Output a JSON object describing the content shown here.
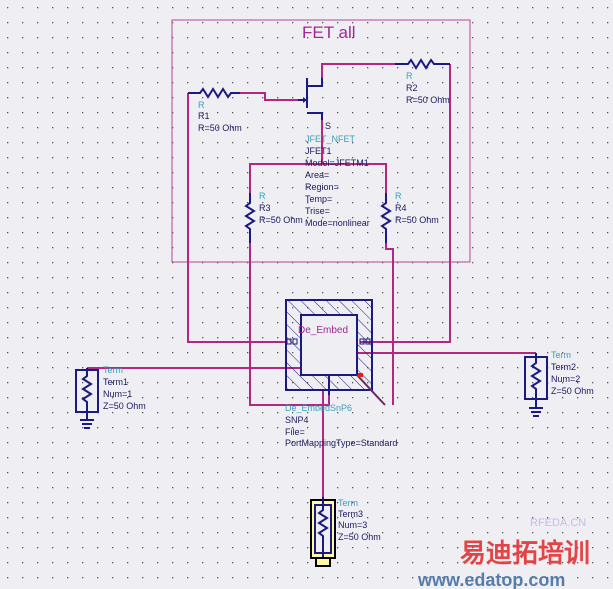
{
  "frame": {
    "title": "FET all"
  },
  "r1": {
    "type": "R",
    "name": "R1",
    "value": "R=50 Ohm"
  },
  "r2": {
    "type": "R",
    "name": "R2",
    "value": "R=50 Ohm"
  },
  "r3": {
    "type": "R",
    "name": "R3",
    "value": "R=50 Ohm"
  },
  "r4": {
    "type": "R",
    "name": "R4",
    "value": "R=50 Ohm"
  },
  "jfet": {
    "pin": "S",
    "type": "JFET_NFET",
    "name": "JFET1",
    "params": [
      "Model=JFETM1",
      "Area=",
      "Region=",
      "Temp=",
      "Trise=",
      "Mode=nonlinear"
    ]
  },
  "deembed": {
    "label": "De_Embed",
    "type": "De_EmbedSnP6",
    "name": "SNP4",
    "params": [
      "File=",
      "PortMappingType=Standard"
    ]
  },
  "term1": {
    "type": "Term",
    "name": "Term1",
    "num": "Num=1",
    "z": "Z=50 Ohm"
  },
  "term2": {
    "type": "Term",
    "name": "Term2",
    "num": "Num=2",
    "z": "Z=50 Ohm"
  },
  "term3": {
    "type": "Term",
    "name": "Term3",
    "num": "Num=3",
    "z": "Z=50 Ohm"
  },
  "watermark": {
    "site": "RFEDA.CN",
    "brand": "易迪拓培训",
    "url": "www.edatop.com"
  },
  "colors": {
    "wire": "#b0287f",
    "component": "#1a1a80",
    "label": "#3aa0b8",
    "title": "#a0289a"
  }
}
